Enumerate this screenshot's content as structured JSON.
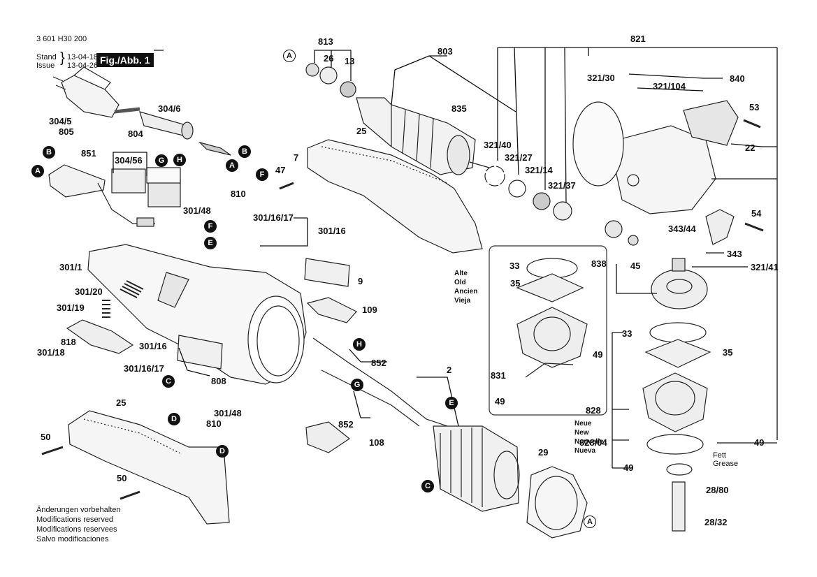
{
  "header": {
    "doc_number": "3 601 H30 200",
    "stand_label": "Stand",
    "issue_label": "Issue",
    "stand_date": "13-04-18",
    "issue_date": "13-04-26",
    "figure": "Fig./Abb. 1"
  },
  "parts": {
    "p813": "813",
    "p803": "803",
    "p821": "821",
    "p26": "26",
    "p13": "13",
    "p840": "840",
    "p321_30": "321/30",
    "p321_104": "321/104",
    "p304_6": "304/6",
    "p304_5": "304/5",
    "p805": "805",
    "p835": "835",
    "p53": "53",
    "p25a": "25",
    "p804": "804",
    "p851": "851",
    "p304_56": "304/56",
    "p7": "7",
    "p47": "47",
    "p321_40": "321/40",
    "p321_27": "321/27",
    "p321_14": "321/14",
    "p321_37": "321/37",
    "p22": "22",
    "p810a": "810",
    "p301_48a": "301/48",
    "p301_16_17a": "301/16/17",
    "p301_16a": "301/16",
    "p54": "54",
    "p343_44": "343/44",
    "p343": "343",
    "p301_1": "301/1",
    "p838": "838",
    "p45": "45",
    "p33a": "33",
    "p35a": "35",
    "p321_41": "321/41",
    "p9": "9",
    "p301_20": "301/20",
    "p301_19": "301/19",
    "p109": "109",
    "p818": "818",
    "p301_18": "301/18",
    "p49a": "49",
    "p301_16b": "301/16",
    "p33b": "33",
    "p35b": "35",
    "p852a": "852",
    "p2": "2",
    "p301_16_17b": "301/16/17",
    "p808": "808",
    "p831": "831",
    "p301_48b": "301/48",
    "p49b": "49",
    "p828": "828",
    "p810b": "810",
    "p25b": "25",
    "p852b": "852",
    "p108": "108",
    "p50a": "50",
    "p29": "29",
    "p828_04": "828/04",
    "p49c": "49",
    "p49d": "49",
    "p50b": "50",
    "p28_80": "28/80",
    "p28_32": "28/32"
  },
  "old_variant": {
    "l1": "Alte",
    "l2": "Old",
    "l3": "Ancien",
    "l4": "Vieja"
  },
  "new_variant": {
    "l1": "Neue",
    "l2": "New",
    "l3": "Nouvelle",
    "l4": "Nueva"
  },
  "grease_note": {
    "l1": "Fett",
    "l2": "Grease"
  },
  "modifications_note": {
    "l1": "Änderungen vorbehalten",
    "l2": "Modifications reserved",
    "l3": "Modifications reservees",
    "l4": "Salvo modificaciones"
  },
  "connectors": {
    "a1": "A",
    "a2": "A",
    "a3": "A",
    "a4": "A",
    "b1": "B",
    "b2": "B",
    "c1": "C",
    "c2": "C",
    "d1": "D",
    "d2": "D",
    "e1": "E",
    "e2": "E",
    "f1": "F",
    "f2": "F",
    "g1": "G",
    "g2": "G",
    "h1": "H",
    "h2": "H"
  }
}
